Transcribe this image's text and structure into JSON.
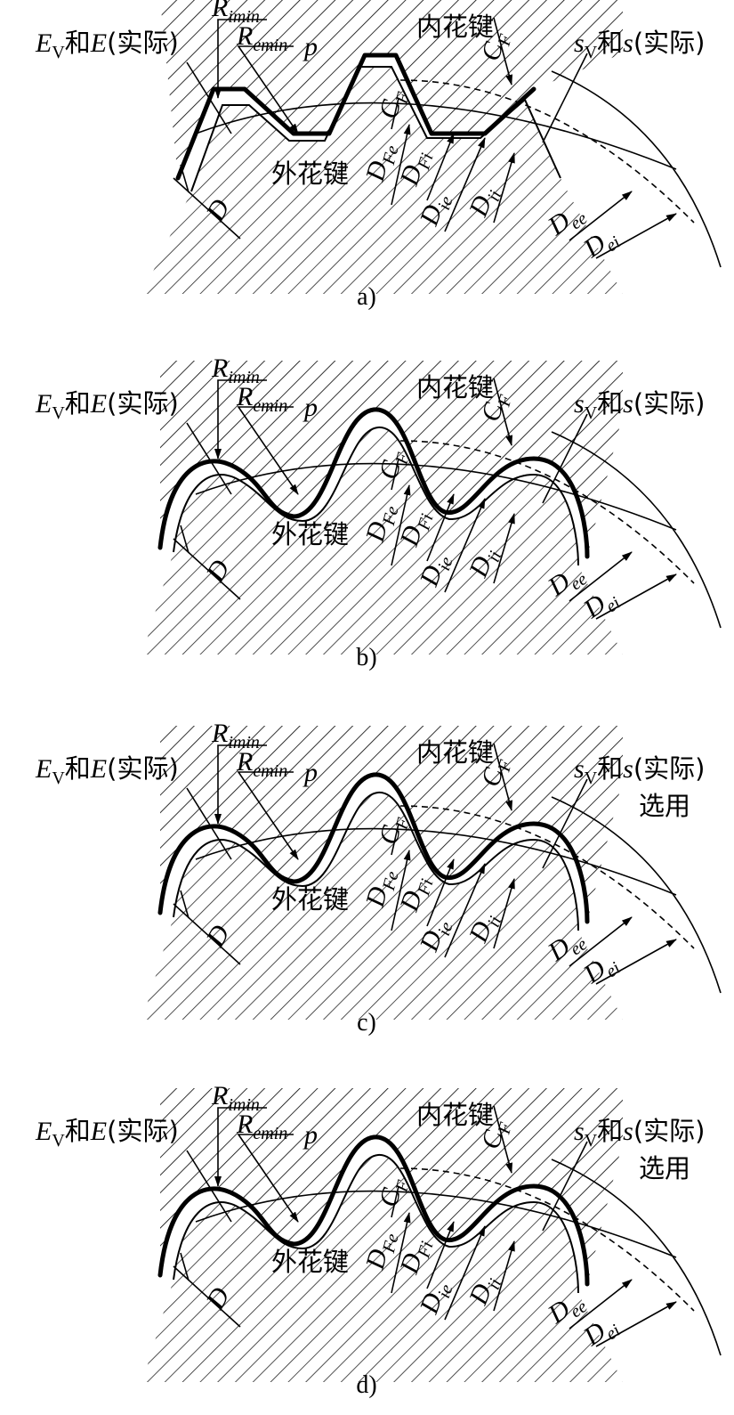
{
  "labels": {
    "ev_e": "E",
    "ev_sub": "V",
    "ev_mid": "和",
    "ev_e2": "E",
    "ev_tail": "(实际)",
    "r_imin": "R",
    "r_imin_sub": "imin",
    "r_emin": "R",
    "r_emin_sub": "emin",
    "p": "p",
    "internal_spline": "内花键",
    "external_spline": "外花键",
    "cf": "C",
    "cf_sub": "F",
    "sv_s": "s",
    "sv_sub": "V",
    "sv_mid": "和",
    "sv_s2": "s",
    "sv_tail": "(实际)",
    "selected": "选用",
    "d": "D",
    "d_fe": "D",
    "d_fe_sub": "Fe",
    "d_fi": "D",
    "d_fi_sub": "Fi",
    "d_ie": "D",
    "d_ie_sub": "ie",
    "d_ii": "D",
    "d_ii_sub": "ii",
    "d_ee": "D",
    "d_ee_sub": "ee",
    "d_ei": "D",
    "d_ei_sub": "ei"
  },
  "panels": [
    {
      "caption": "a)",
      "shape": "flat",
      "has_selected": false
    },
    {
      "caption": "b)",
      "shape": "round",
      "has_selected": false
    },
    {
      "caption": "c)",
      "shape": "round",
      "has_selected": true
    },
    {
      "caption": "d)",
      "shape": "round",
      "has_selected": true
    }
  ]
}
